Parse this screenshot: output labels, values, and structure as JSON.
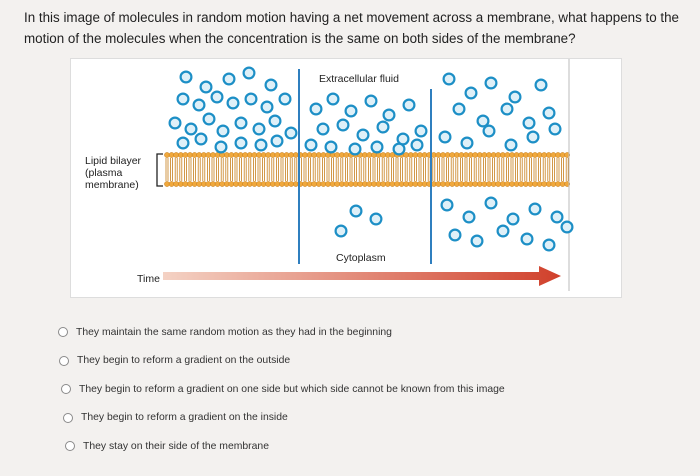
{
  "question": {
    "text": "In this image of molecules in random motion having a net movement across a membrane, what happens to the motion of the molecules when the concentration is the same on both sides of the membrane?"
  },
  "figure": {
    "labels": {
      "extracellular": "Extracellular fluid",
      "lipid_bilayer": "Lipid bilayer (plasma membrane)",
      "cytoplasm": "Cytoplasm",
      "time": "Time"
    },
    "colors": {
      "molecule_fill": "#dff0f8",
      "molecule_stroke": "#1d8fc6",
      "lipid_head": "#f0a83c",
      "lipid_tail": "#c77e1a",
      "divider": "#2f7fbf",
      "arrow_start": "#f4d2c4",
      "arrow_end": "#d0402b"
    }
  },
  "options": [
    {
      "label": "They maintain the same random motion as they had in the beginning"
    },
    {
      "label": "They begin to reform a gradient on the outside"
    },
    {
      "label": "They begin to reform a gradient on one side but which side cannot be known from this image"
    },
    {
      "label": "They begin to reform a gradient on the inside"
    },
    {
      "label": "They stay on their side of the membrane"
    }
  ]
}
